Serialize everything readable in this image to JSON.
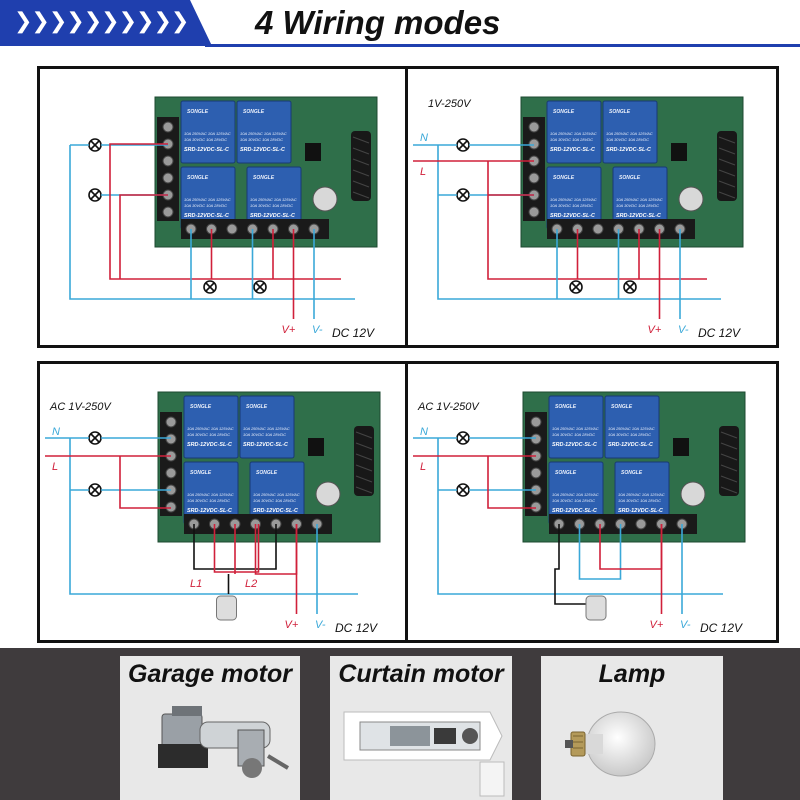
{
  "header": {
    "chevrons": "❯❯❯❯❯❯❯❯❯❯",
    "title": "4 Wiring modes"
  },
  "panels": [
    {
      "voltage": "",
      "n_label": "",
      "l_label": "",
      "vplus": "V+",
      "vminus": "V-",
      "dc": "DC 12V",
      "l1": "",
      "l2": ""
    },
    {
      "voltage": "1V-250V",
      "n_label": "N",
      "l_label": "L",
      "vplus": "V+",
      "vminus": "V-",
      "dc": "DC 12V",
      "l1": "",
      "l2": ""
    },
    {
      "voltage": "AC 1V-250V",
      "n_label": "N",
      "l_label": "L",
      "vplus": "V+",
      "vminus": "V-",
      "dc": "DC 12V",
      "l1": "L1",
      "l2": "L2"
    },
    {
      "voltage": "AC 1V-250V",
      "n_label": "N",
      "l_label": "L",
      "vplus": "V+",
      "vminus": "V-",
      "dc": "DC 12V",
      "l1": "",
      "l2": ""
    }
  ],
  "board": {
    "relay_brand": "SONGLE",
    "relay_model": "SRD-12VDC-SL-C",
    "relay_rating_1": "10A 250VAC 10A 125VAC",
    "relay_rating_2": "10A 30VDC 10A 28VDC"
  },
  "devices": [
    {
      "label": "Garage motor"
    },
    {
      "label": "Curtain motor"
    },
    {
      "label": "Lamp"
    }
  ],
  "colors": {
    "brand_blue": "#1f3fae",
    "wire_red": "#d0203a",
    "wire_blue": "#3aa8d8",
    "pcb_green": "#2f6f4a",
    "relay_blue": "#2d5fb0",
    "bottom_bg": "#3f3b3d"
  }
}
